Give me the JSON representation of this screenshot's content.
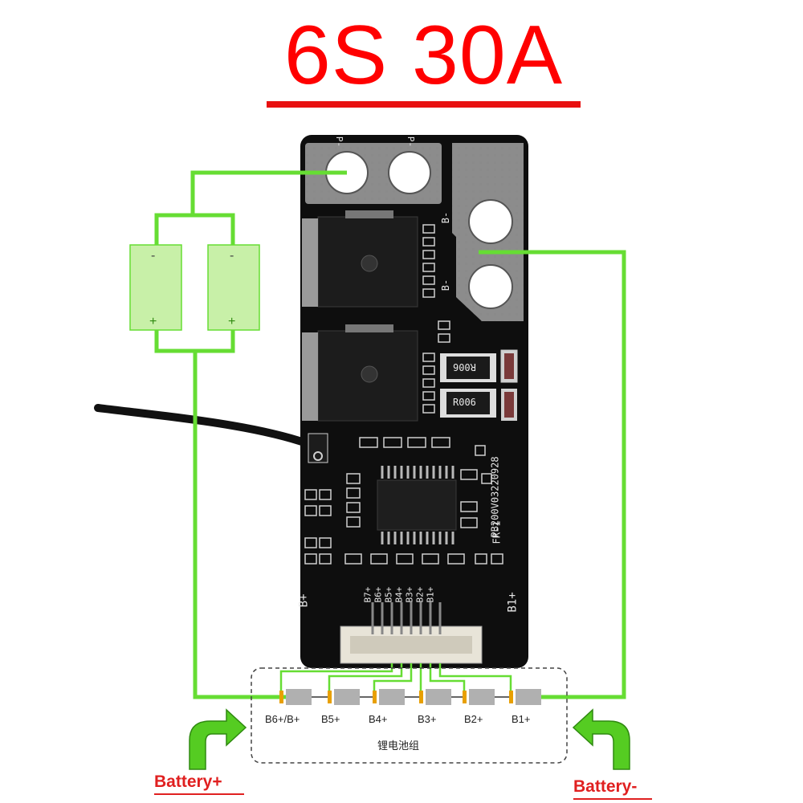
{
  "title": "6S 30A",
  "board": {
    "label_b_minus_top": "B-",
    "label_b_minus_bottom": "B-",
    "label_p_left": "P-",
    "label_p_right": "P-",
    "resistor_1": "R006",
    "resistor_2": "R006",
    "label_b_plus": "B+",
    "label_b1_plus": "B1+",
    "part_number": "PB200V03220928",
    "fr_label": "FR-1",
    "connector_pins": [
      "B7+",
      "B6+",
      "B5+",
      "B4+",
      "B3+",
      "B2+",
      "B1+"
    ]
  },
  "charger": {
    "cell_minus": "-",
    "cell_plus": "+"
  },
  "battery_pack": {
    "label": "锂电池组",
    "cells": [
      "B6+/B+",
      "B5+",
      "B4+",
      "B3+",
      "B2+",
      "B1+"
    ]
  },
  "terminals": {
    "positive": "Battery+",
    "negative": "Battery-"
  },
  "colors": {
    "title": "#ff0000",
    "wire": "#66dd33",
    "pcb": "#101010",
    "cell_fill": "#c8f0a8",
    "arrow": "#55cc22",
    "terminal_text": "#e02020"
  }
}
